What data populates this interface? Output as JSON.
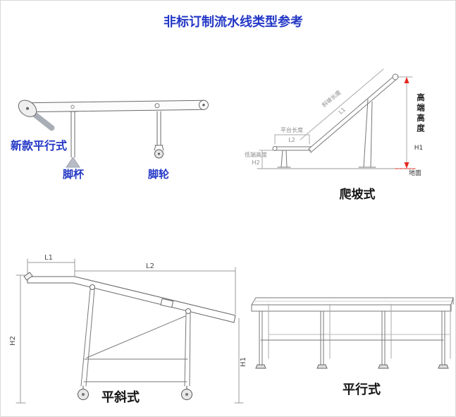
{
  "page": {
    "title": "非标订制流水线类型参考"
  },
  "colors": {
    "blue": "#2438c6",
    "red": "#e8281e"
  },
  "diagrams": {
    "parallel_new": {
      "label": "新款平行式",
      "foot_cup": "脚杯",
      "caster": "脚轮"
    },
    "climbing": {
      "label": "爬坡式",
      "slope_length": "斜坡长度",
      "slope_symbol": "L1",
      "platform_length": "平台长度",
      "platform_symbol": "L2",
      "low_height": "低端高度",
      "low_symbol": "H2",
      "high_height": "高端高度",
      "high_symbol": "H1",
      "ground": "地面"
    },
    "flat_incline": {
      "label": "平斜式",
      "l1": "L1",
      "l2": "L2",
      "h2": "H2",
      "h1": "H1"
    },
    "parallel": {
      "label": "平行式"
    }
  }
}
